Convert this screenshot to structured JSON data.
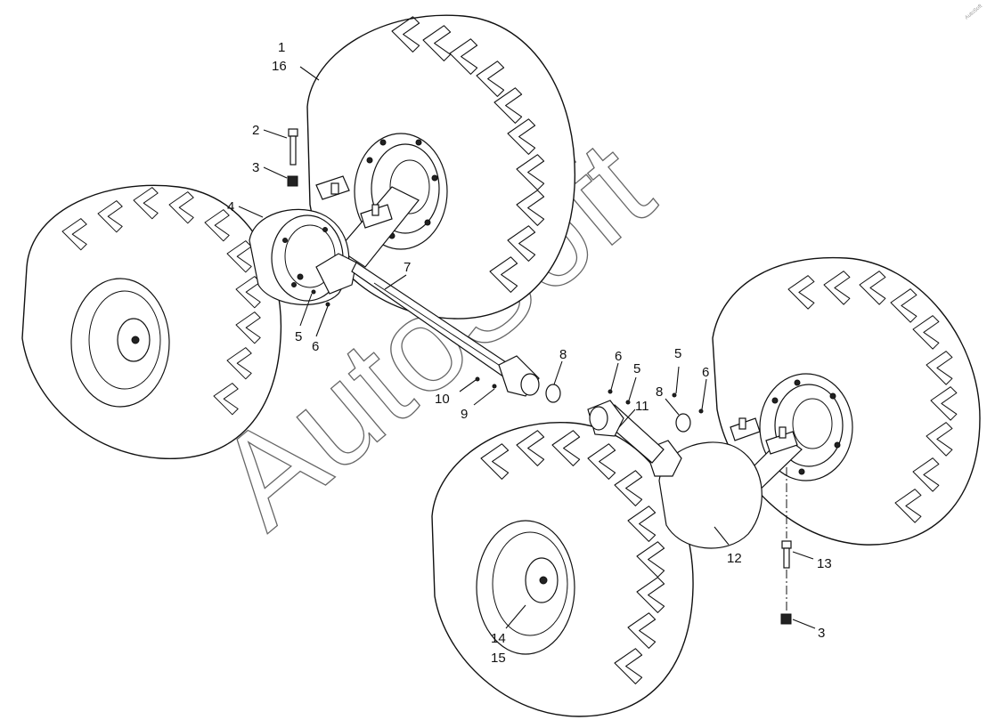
{
  "watermark": {
    "text": "AutoSoft",
    "corner_mark": "AutoSoft"
  },
  "callouts": [
    {
      "id": "c1",
      "text": "1"
    },
    {
      "id": "c16",
      "text": "16"
    },
    {
      "id": "c2",
      "text": "2"
    },
    {
      "id": "c3a",
      "text": "3"
    },
    {
      "id": "c4",
      "text": "4"
    },
    {
      "id": "c7",
      "text": "7"
    },
    {
      "id": "c5a",
      "text": "5"
    },
    {
      "id": "c6a",
      "text": "6"
    },
    {
      "id": "c8a",
      "text": "8"
    },
    {
      "id": "c10",
      "text": "10"
    },
    {
      "id": "c9",
      "text": "9"
    },
    {
      "id": "c6b",
      "text": "6"
    },
    {
      "id": "c5b",
      "text": "5"
    },
    {
      "id": "c5c",
      "text": "5"
    },
    {
      "id": "c8b",
      "text": "8"
    },
    {
      "id": "c6c",
      "text": "6"
    },
    {
      "id": "c11",
      "text": "11"
    },
    {
      "id": "c12",
      "text": "12"
    },
    {
      "id": "c13",
      "text": "13"
    },
    {
      "id": "c3b",
      "text": "3"
    },
    {
      "id": "c14",
      "text": "14"
    },
    {
      "id": "c15",
      "text": "15"
    }
  ]
}
